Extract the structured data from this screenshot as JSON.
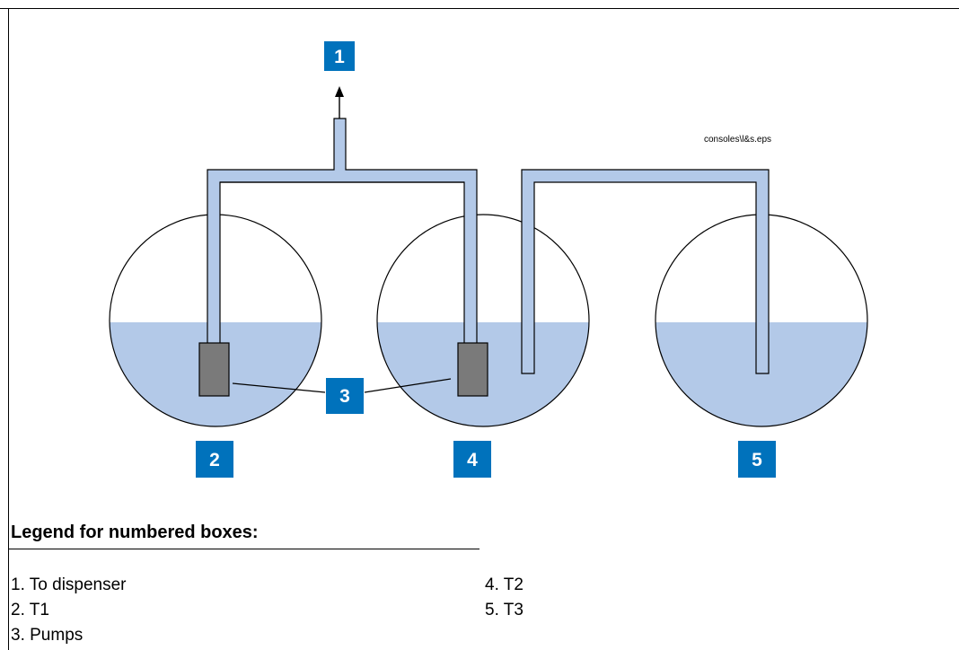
{
  "diagram": {
    "file_label": "consoles\\l&s.eps",
    "callouts": {
      "c1": "1",
      "c2": "2",
      "c3": "3",
      "c4": "4",
      "c5": "5"
    },
    "colors": {
      "callout_bg": "#0072bc",
      "callout_text": "#ffffff",
      "liquid": "#b3c9e8",
      "pipe_fill": "#b3c9e8",
      "pump": "#7a7a7a",
      "outline": "#000000"
    }
  },
  "legend": {
    "title": "Legend for numbered boxes:",
    "items": [
      "1. To dispenser",
      "2. T1",
      "3. Pumps",
      "4. T2",
      "5. T3"
    ]
  }
}
